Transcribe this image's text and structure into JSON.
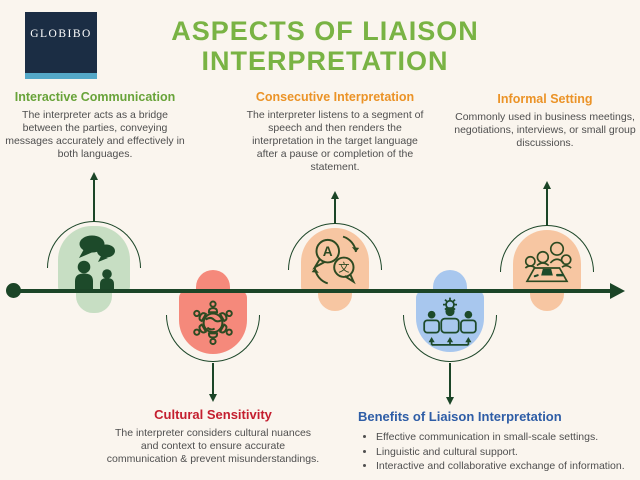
{
  "background_color": "#FAF5EE",
  "logo": {
    "text": "GLOBIBO",
    "bg_color": "#1B2D44",
    "accent_bar_color": "#54A8C8"
  },
  "title": {
    "line1": "ASPECTS OF LIAISON",
    "line2": "INTERPRETATION",
    "color": "#79B344"
  },
  "timeline": {
    "color": "#1B4527",
    "start": "dot-left",
    "end": "arrow-right"
  },
  "sections": {
    "interactive_communication": {
      "heading": "Interactive Communication",
      "heading_color": "#68A339",
      "body": "The interpreter acts as a bridge between the parties, conveying messages accurately and effectively in both languages.",
      "icon": "people-chat-icon",
      "blob_color": "#C7DEC3",
      "position": "above-line"
    },
    "consecutive_interpretation": {
      "heading": "Consecutive Interpretation",
      "heading_color": "#EB9327",
      "body": "The interpreter listens to a segment of speech and then renders the interpretation in the target language after a pause or completion of the statement.",
      "icon": "translation-bubbles-icon",
      "blob_color": "#F7C6A2",
      "position": "above-line"
    },
    "informal_setting": {
      "heading": "Informal Setting",
      "heading_color": "#EB9327",
      "body": "Commonly used in business meetings, negotiations, interviews, or small group discussions.",
      "icon": "meeting-table-icon",
      "blob_color": "#F7C6A2",
      "position": "above-line"
    },
    "cultural_sensitivity": {
      "heading": "Cultural Sensitivity",
      "heading_color": "#C41E2F",
      "body": "The interpreter considers cultural nuances and context to ensure accurate communication & prevent misunderstandings.",
      "icon": "globe-people-icon",
      "blob_color": "#F5897B",
      "position": "below-line"
    },
    "benefits": {
      "heading": "Benefits of Liaison Interpretation",
      "heading_color": "#2E5DA6",
      "bullets": [
        "Effective communication in small-scale settings.",
        "Linguistic and cultural support.",
        "Interactive and collaborative exchange of information."
      ],
      "icon": "team-gear-icon",
      "blob_color": "#A8C7EE",
      "position": "below-line"
    }
  }
}
